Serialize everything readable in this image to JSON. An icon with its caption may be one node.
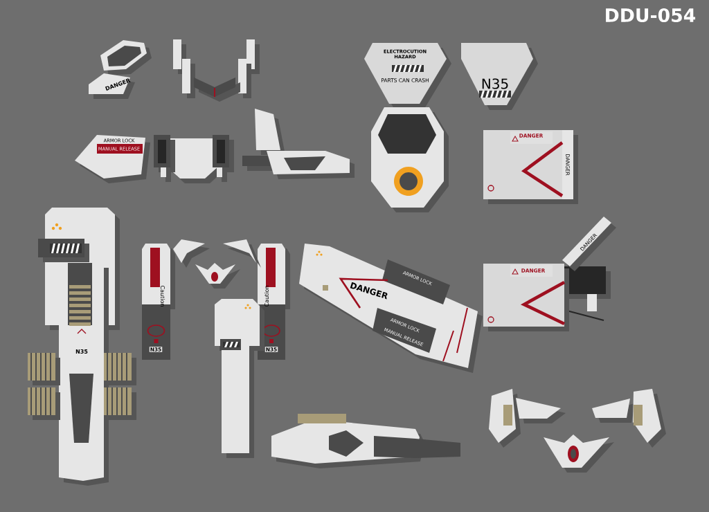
{
  "diagram": {
    "title": "DDU-054",
    "labels": [
      "DANGER",
      "ELECTROCUTION HAZARD",
      "PARTS CAN CRASH",
      "N35",
      "ARMOR LOCK",
      "MANUAL RELEASE",
      "DANGER",
      "DANGER",
      "Caution",
      "Caution",
      "N35",
      "N35",
      "N35",
      "DANGER",
      "ARMOR LOCK",
      "ARMOR LOCK",
      "MANUAL RELEASE",
      "DANGER",
      "DANGER"
    ]
  }
}
